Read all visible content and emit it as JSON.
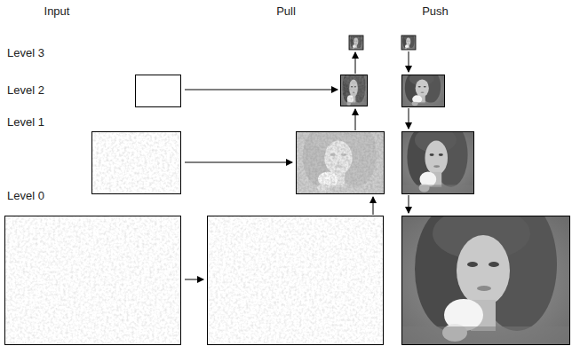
{
  "diagram": {
    "labels": [
      "Input",
      "Pull",
      "Push",
      "Level 3",
      "Level 2",
      "Level 1",
      "Level 0"
    ]
  }
}
